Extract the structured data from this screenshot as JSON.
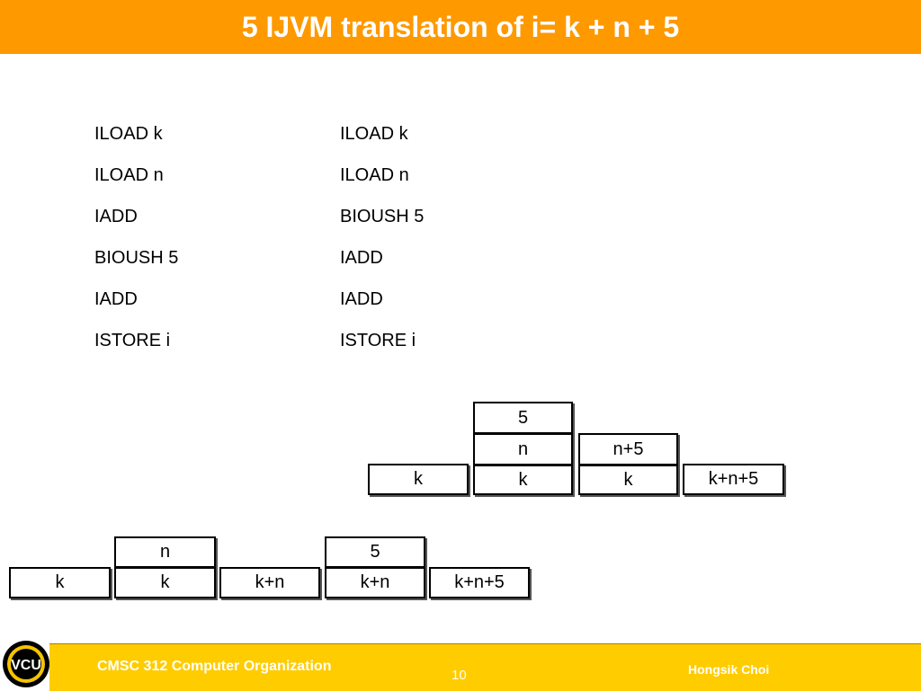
{
  "title": "5 IJVM translation of i= k + n + 5",
  "code": {
    "left": [
      "ILOAD k",
      "ILOAD n",
      "IADD",
      "BIOUSH 5",
      "IADD",
      "ISTORE i"
    ],
    "right": [
      "ILOAD k",
      "ILOAD n",
      "BIOUSH 5",
      "IADD",
      "IADD",
      "ISTORE i"
    ]
  },
  "stacks_right": {
    "s1_bottom": "k",
    "s2_top": "5",
    "s2_mid": "n",
    "s2_bottom": "k",
    "s3_top": "n+5",
    "s3_bottom": "k",
    "s4_bottom": "k+n+5"
  },
  "stacks_left": {
    "s1_bottom": "k",
    "s2_top": "n",
    "s2_bottom": "k",
    "s3_bottom": "k+n",
    "s4_top": "5",
    "s4_bottom": "k+n",
    "s5_bottom": "k+n+5"
  },
  "footer": {
    "course": "CMSC 312 Computer Organization",
    "page": "10",
    "author": "Hongsik Choi",
    "logo_text": "VCU"
  },
  "colors": {
    "title_bar": "#ff9900",
    "footer_bar": "#ffcc00",
    "logo_gold": "#f5c400"
  }
}
